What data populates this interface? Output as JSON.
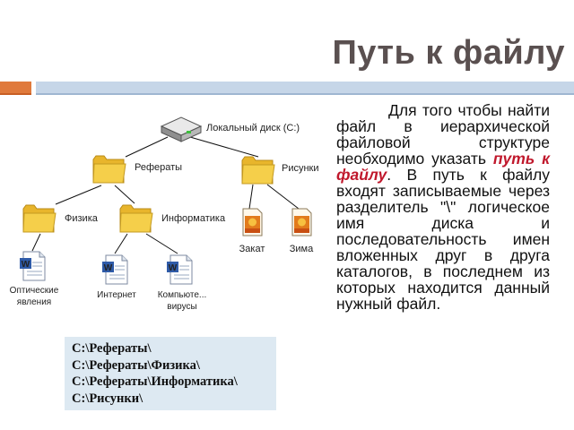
{
  "title": "Путь к файлу",
  "tree": {
    "root": "Локальный диск (C:)",
    "folders": {
      "referaty": "Рефераты",
      "risunki": "Рисунки",
      "fizika": "Физика",
      "informatika": "Информатика"
    },
    "files": {
      "optic_line1": "Оптические",
      "optic_line2": "явления",
      "internet": "Интернет",
      "viruses_line1": "Компьюте...",
      "viruses_line2": "вирусы",
      "zakat": "Закат",
      "zima": "Зима"
    },
    "icons": {
      "disk": "hard-drive-icon",
      "folder": "folder-icon",
      "word": "word-document-icon",
      "image": "image-file-icon"
    }
  },
  "paragraph": {
    "part1": "Для того чтобы найти файл в иерархической файловой структуре необходимо указать ",
    "highlight": "путь к файлу",
    "part2": ". В путь к файлу входят записываемые через разделитель \"\\\" логическое имя диска и последовательность имен вложенных друг в друга каталогов, в последнем из которых находится данный нужный файл."
  },
  "paths": [
    "C:\\Рефераты\\",
    "C:\\Рефераты\\Физика\\",
    "C:\\Рефераты\\Информатика\\",
    "C:\\Рисунки\\"
  ],
  "colors": {
    "accent_orange": "#e07a3c",
    "accent_blue": "#c6d6e8",
    "highlight_red": "#c0182c",
    "paths_bg": "#dde9f2",
    "folder_yellow": "#f5cf4a"
  }
}
